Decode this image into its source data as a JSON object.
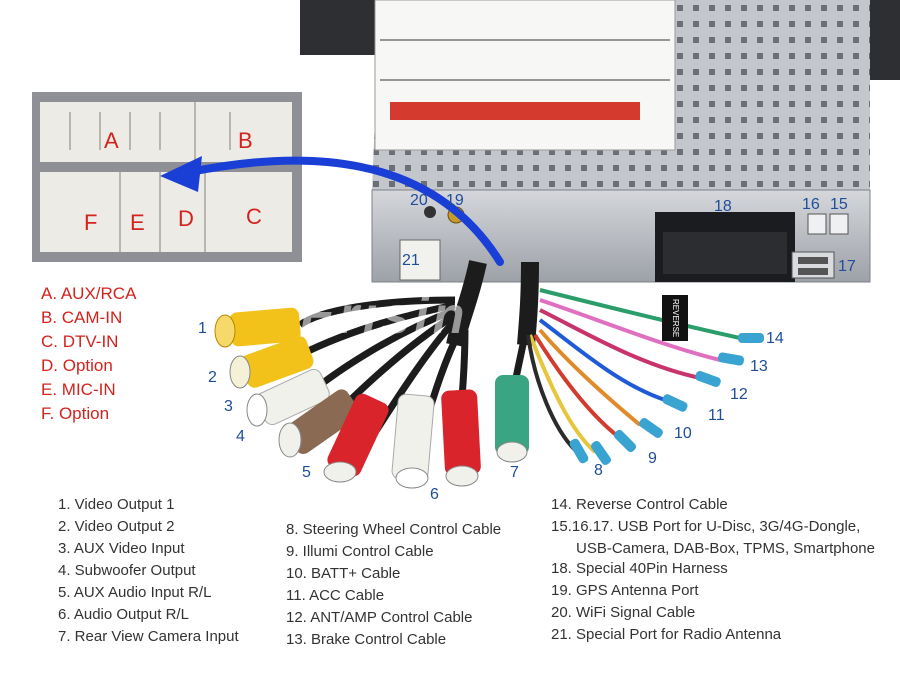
{
  "watermark": "Erisin",
  "connector_letters": [
    "A",
    "B",
    "F",
    "E",
    "D",
    "C"
  ],
  "legend": [
    "A. AUX/RCA",
    "B. CAM-IN",
    "C. DTV-IN",
    "D. Option",
    "E. MIC-IN",
    "F. Option"
  ],
  "unit_labels": [
    "20",
    "19",
    "18",
    "16",
    "15",
    "21",
    "17"
  ],
  "cable_numbers": [
    "1",
    "2",
    "3",
    "4",
    "5",
    "6",
    "7",
    "8",
    "9",
    "10",
    "11",
    "12",
    "13",
    "14"
  ],
  "reverse_tag": "REVERSE",
  "list_col1": [
    "1. Video Output 1",
    "2. Video Output 2",
    "3. AUX Video Input",
    "4. Subwoofer Output",
    "5. AUX Audio Input R/L",
    "6. Audio Output R/L",
    "7. Rear View Camera Input"
  ],
  "list_col2": [
    "8. Steering Wheel Control Cable",
    "9. Illumi Control Cable",
    "10. BATT+ Cable",
    "11. ACC Cable",
    "12. ANT/AMP Control Cable",
    "13. Brake Control Cable"
  ],
  "list_col3": [
    "14. Reverse Control Cable",
    "15.16.17. USB Port for U-Disc, 3G/4G-Dongle,",
    "USB-Camera, DAB-Box, TPMS, Smartphone",
    "18. Special 40Pin Harness",
    "19. GPS Antenna Port",
    "20. WiFi Signal Cable",
    "21. Special Port for Radio Antenna"
  ],
  "colors": {
    "arrow": "#1a3fd6",
    "red_text": "#d3231c",
    "number_blue": "#1f4e9a",
    "chassis": "#b9bcc1",
    "rca_yellow": "#f2c21b",
    "rca_red": "#d8242a",
    "rca_white": "#f1f1ec",
    "rca_brown": "#8a6a52",
    "rca_green": "#3aa582"
  }
}
